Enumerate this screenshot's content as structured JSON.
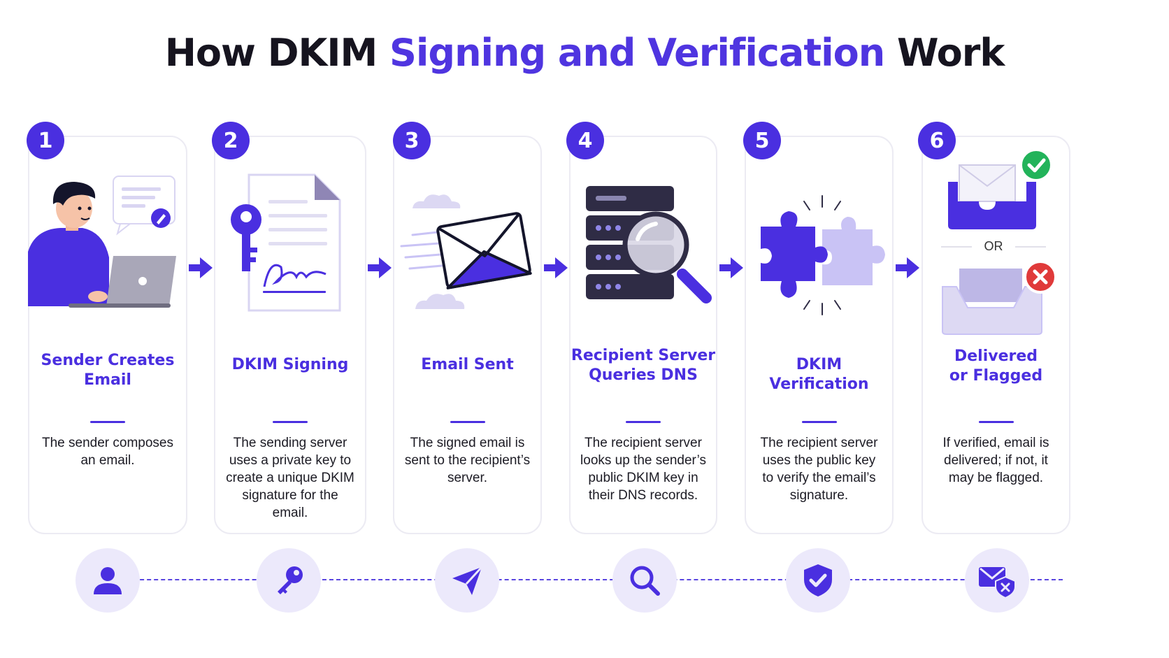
{
  "title": {
    "part1": "How DKIM",
    "accent": "Signing and Verification",
    "part2": "Work"
  },
  "steps": [
    {
      "number": "1",
      "title_line1": "Sender Creates",
      "title_line2": "Email",
      "description": "The sender composes an email.",
      "bottom_icon": "user-icon"
    },
    {
      "number": "2",
      "title_line1": "DKIM Signing",
      "title_line2": "",
      "description": "The sending server uses a private key to create a unique DKIM signature for the email.",
      "bottom_icon": "key-icon"
    },
    {
      "number": "3",
      "title_line1": "Email Sent",
      "title_line2": "",
      "description": "The signed email is sent to the recipient’s server.",
      "bottom_icon": "paper-plane-icon"
    },
    {
      "number": "4",
      "title_line1": "Recipient Server",
      "title_line2": "Queries DNS",
      "description": "The recipient server looks up the sender’s public DKIM key in their DNS records.",
      "bottom_icon": "search-icon"
    },
    {
      "number": "5",
      "title_line1": "DKIM Verification",
      "title_line2": "",
      "description": "The recipient server uses the public key to verify the email’s signature.",
      "bottom_icon": "shield-check-icon"
    },
    {
      "number": "6",
      "title_line1": "Delivered",
      "title_line2": "or Flagged",
      "description": "If verified, email is delivered; if not, it may be flagged.",
      "bottom_icon": "mail-shield-icon"
    }
  ],
  "or_label": "OR",
  "colors": {
    "accent": "#4a2fe0",
    "light_accent": "#c9c3f5",
    "success": "#22b35a",
    "danger": "#e03a3a",
    "text": "#16141f"
  }
}
